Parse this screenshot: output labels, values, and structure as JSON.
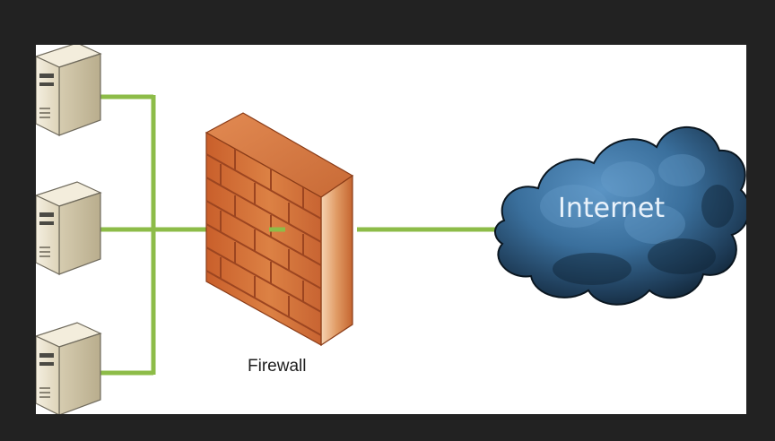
{
  "diagram": {
    "firewall_label": "Firewall",
    "internet_label": "Internet",
    "server_count": 3,
    "colors": {
      "page_background": "#222222",
      "canvas_background": "#ffffff",
      "link": "#8dbc48",
      "brick": "#d4703a",
      "mortar": "#a24a22",
      "cloud_light": "#4f86b5",
      "cloud_dark": "#0d1f2e",
      "server_body": "#e9e2cf"
    }
  }
}
